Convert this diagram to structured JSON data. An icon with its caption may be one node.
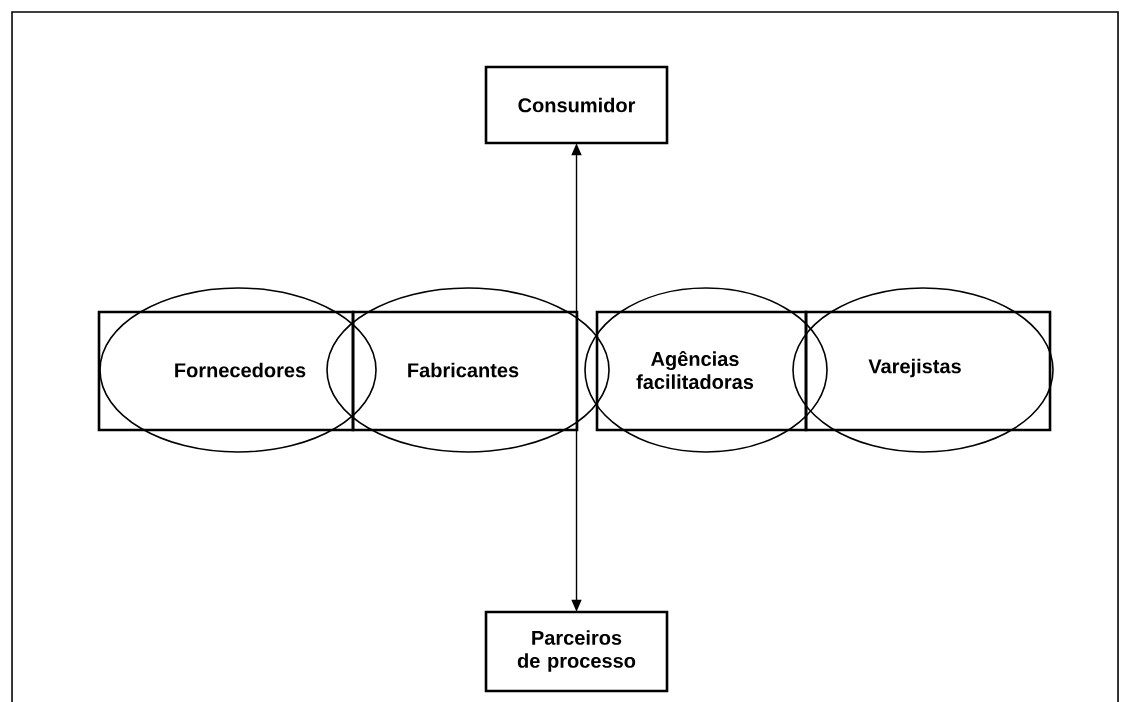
{
  "diagram": {
    "nodes": [
      {
        "text": [
          "Consumidor"
        ]
      },
      {
        "text": [
          "Fornecedores"
        ]
      },
      {
        "text": [
          "Fabricantes"
        ]
      },
      {
        "text": [
          "Agências facilitadoras"
        ]
      },
      {
        "text": [
          "Varejistas"
        ]
      },
      {
        "text": [
          "Parceiros de processo"
        ]
      }
    ],
    "edges": [
      {
        "from": 0,
        "to": 5,
        "arrow": "both"
      }
    ]
  }
}
